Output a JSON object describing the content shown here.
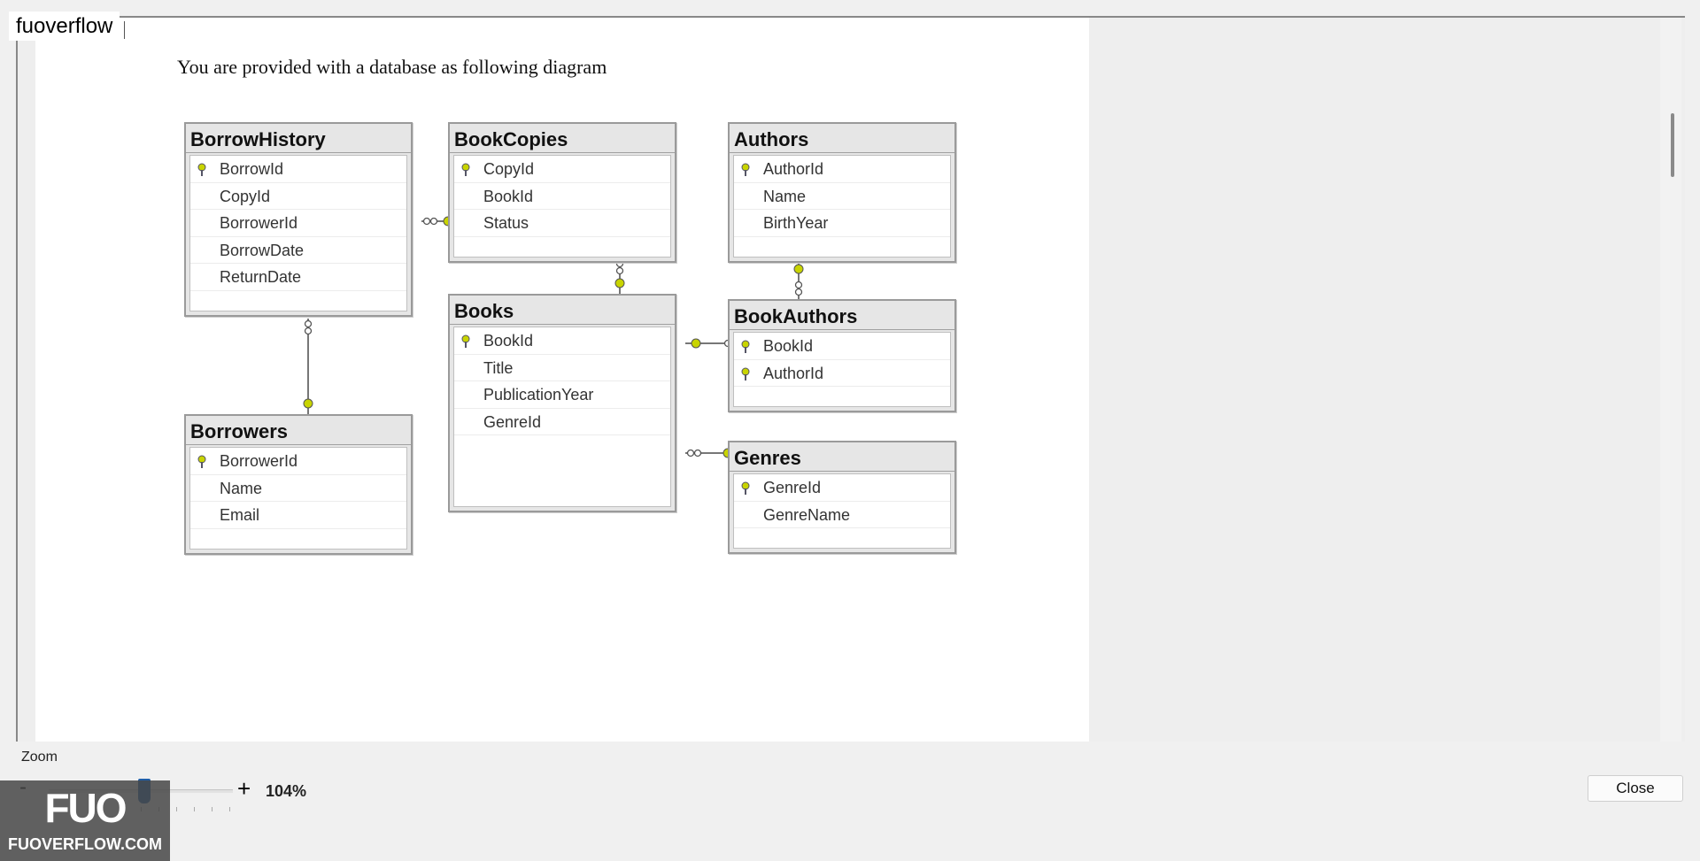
{
  "tab": {
    "label": "fuoverflow"
  },
  "document": {
    "heading": "You are provided with a database as following diagram",
    "tables": {
      "borrowhistory": {
        "title": "BorrowHistory",
        "columns": [
          "BorrowId",
          "CopyId",
          "BorrowerId",
          "BorrowDate",
          "ReturnDate"
        ],
        "keys": [
          "BorrowId"
        ]
      },
      "bookcopies": {
        "title": "BookCopies",
        "columns": [
          "CopyId",
          "BookId",
          "Status"
        ],
        "keys": [
          "CopyId"
        ]
      },
      "authors": {
        "title": "Authors",
        "columns": [
          "AuthorId",
          "Name",
          "BirthYear"
        ],
        "keys": [
          "AuthorId"
        ]
      },
      "books": {
        "title": "Books",
        "columns": [
          "BookId",
          "Title",
          "PublicationYear",
          "GenreId"
        ],
        "keys": [
          "BookId"
        ]
      },
      "bookauthors": {
        "title": "BookAuthors",
        "columns": [
          "BookId",
          "AuthorId"
        ],
        "keys": [
          "BookId",
          "AuthorId"
        ]
      },
      "borrowers": {
        "title": "Borrowers",
        "columns": [
          "BorrowerId",
          "Name",
          "Email"
        ],
        "keys": [
          "BorrowerId"
        ]
      },
      "genres": {
        "title": "Genres",
        "columns": [
          "GenreId",
          "GenreName"
        ],
        "keys": [
          "GenreId"
        ]
      }
    }
  },
  "zoom": {
    "label": "Zoom",
    "minus": "-",
    "plus": "+",
    "value": "104%",
    "level": 0.52
  },
  "close_label": "Close",
  "watermark": {
    "logo": "FUO",
    "site": "FUOVERFLOW.COM"
  },
  "colors": {
    "key_icon": "#c8d400",
    "slider_thumb": "#1f5ea8"
  }
}
